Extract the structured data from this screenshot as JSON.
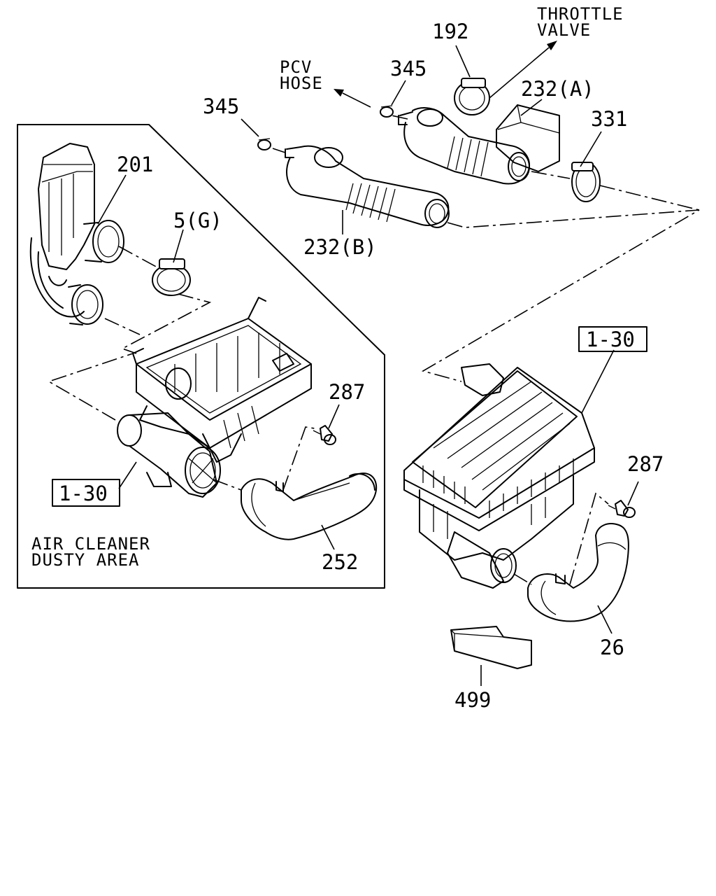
{
  "diagram": {
    "callouts": {
      "c201": "201",
      "c5g": "5(G)",
      "c345_left": "345",
      "c345_right": "345",
      "c192": "192",
      "c232a": "232(A)",
      "c331": "331",
      "c232b": "232(B)",
      "c287_left": "287",
      "c287_right": "287",
      "c130_left": "1-30",
      "c130_right": "1-30",
      "c252": "252",
      "c26": "26",
      "c499": "499"
    },
    "annotations": {
      "throttle_line1": "THROTTLE",
      "throttle_line2": "VALVE",
      "pcv_line1": "PCV",
      "pcv_line2": "HOSE",
      "dusty_line1": "AIR CLEANER",
      "dusty_line2": "DUSTY AREA"
    }
  }
}
